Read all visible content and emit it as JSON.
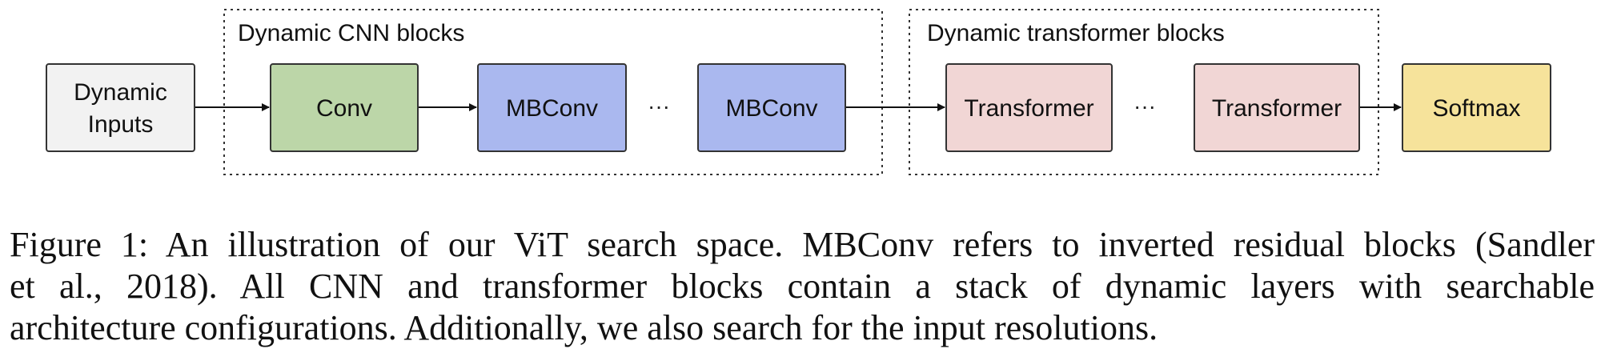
{
  "groups": {
    "cnn": {
      "label": "Dynamic CNN blocks"
    },
    "transformer": {
      "label": "Dynamic transformer blocks"
    }
  },
  "nodes": {
    "input": {
      "lines": [
        "Dynamic",
        "Inputs"
      ],
      "color": "#f2f2f2"
    },
    "conv": {
      "label": "Conv",
      "color": "#bcd6a8"
    },
    "mbconv1": {
      "label": "MBConv",
      "color": "#aab8ef"
    },
    "mbconv2": {
      "label": "MBConv",
      "color": "#aab8ef"
    },
    "transformer1": {
      "label": "Transformer",
      "color": "#f1d6d5"
    },
    "transformer2": {
      "label": "Transformer",
      "color": "#f1d6d5"
    },
    "softmax": {
      "label": "Softmax",
      "color": "#f6e39b"
    }
  },
  "ellipsis": "···",
  "caption": {
    "lines": [
      "Figure 1: An illustration of our ViT search space. MBConv refers to inverted residual blocks (Sandler",
      "et al., 2018). All CNN and transformer blocks contain a stack of dynamic layers with searchable",
      "architecture configurations. Additionally, we also search for the input resolutions."
    ]
  }
}
